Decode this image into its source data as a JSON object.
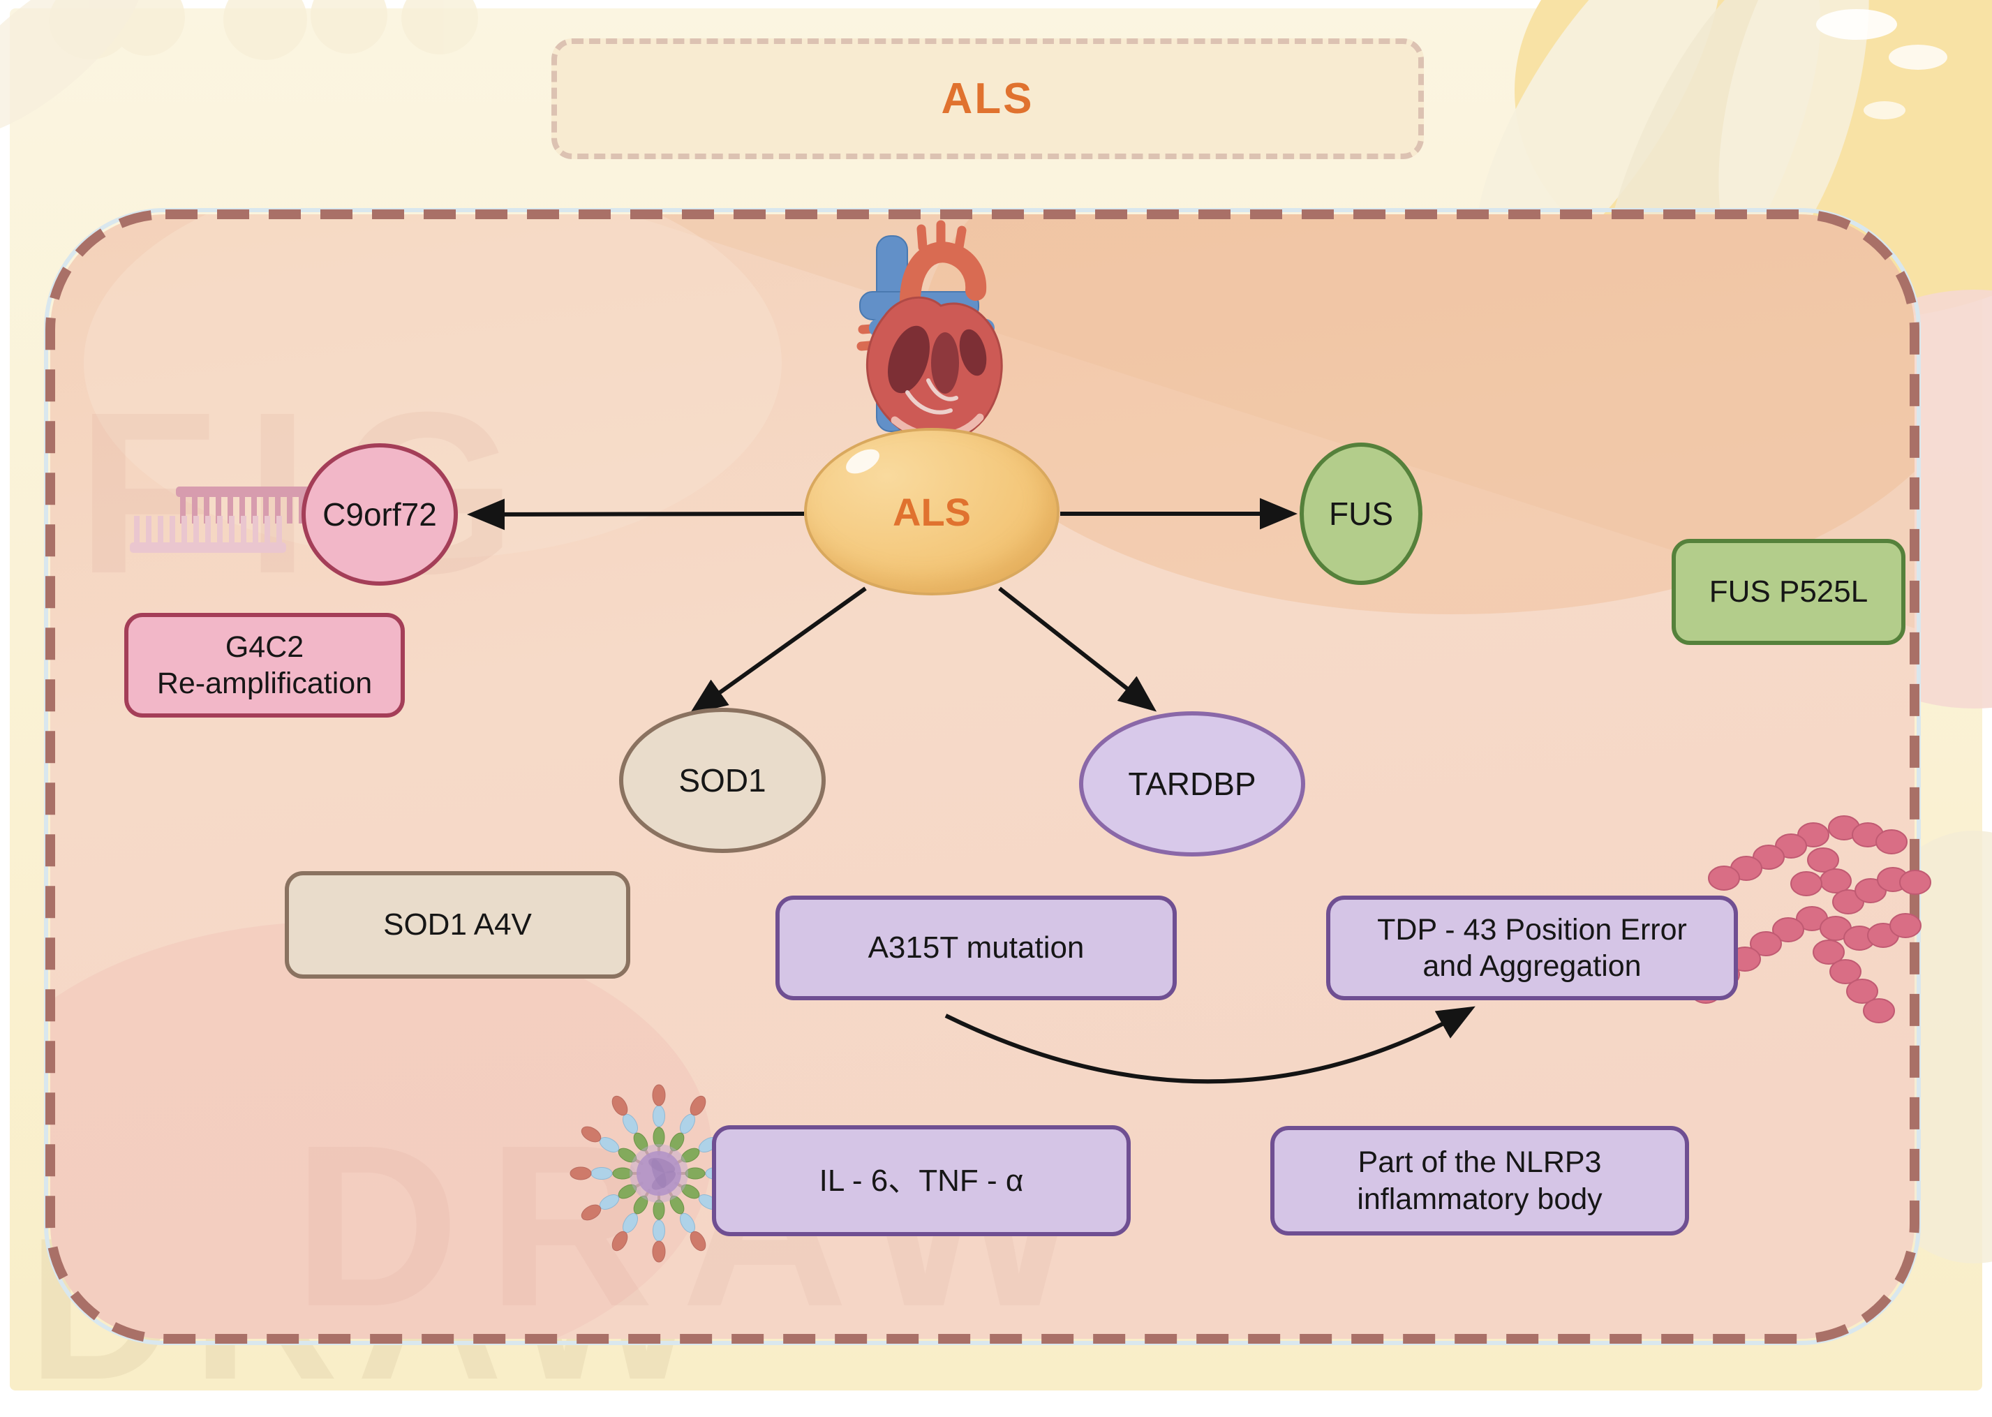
{
  "figure": {
    "banner_label": "ALS",
    "center_label": "ALS"
  },
  "nodes": {
    "c9orf72": {
      "label": "C9orf72"
    },
    "fus": {
      "label": "FUS"
    },
    "sod1": {
      "label": "SOD1"
    },
    "tardbp": {
      "label": "TARDBP"
    }
  },
  "boxes": {
    "g4c2": {
      "line1": "G4C2",
      "line2": "Re-amplification"
    },
    "sod1_a4v": {
      "label": "SOD1 A4V"
    },
    "fus_p525l": {
      "label": "FUS P525L"
    },
    "a315t": {
      "label": "A315T mutation"
    },
    "tdp43": {
      "line1": "TDP - 43 Position Error",
      "line2": "and Aggregation"
    },
    "il6_tnf": {
      "label": "IL - 6、TNF - α"
    },
    "nlrp3": {
      "line1": "Part of the NLRP3",
      "line2": "inflammatory body"
    }
  },
  "icons": {
    "heart": "anatomical-heart",
    "dna_comb": "dna-repeat-expansion",
    "virus": "inflammatory-cytokine-particle",
    "beads": "protein-aggregate-beads"
  },
  "watermarks": {
    "fig": "FIG",
    "draw": "DRAW"
  },
  "colors": {
    "accent_orange": "#e0722f",
    "center_fill": "#f4c87c",
    "pink_fill": "#f2b7c8",
    "pink_border": "#a43e58",
    "green_fill": "#b3cd8b",
    "green_border": "#55813b",
    "tan_fill": "#e9dccb",
    "tan_border": "#8a7260",
    "purple_fill": "#d5c5e6",
    "purple_border": "#6f4f92",
    "container_border": "#a97067",
    "background": "#faf1d3"
  }
}
